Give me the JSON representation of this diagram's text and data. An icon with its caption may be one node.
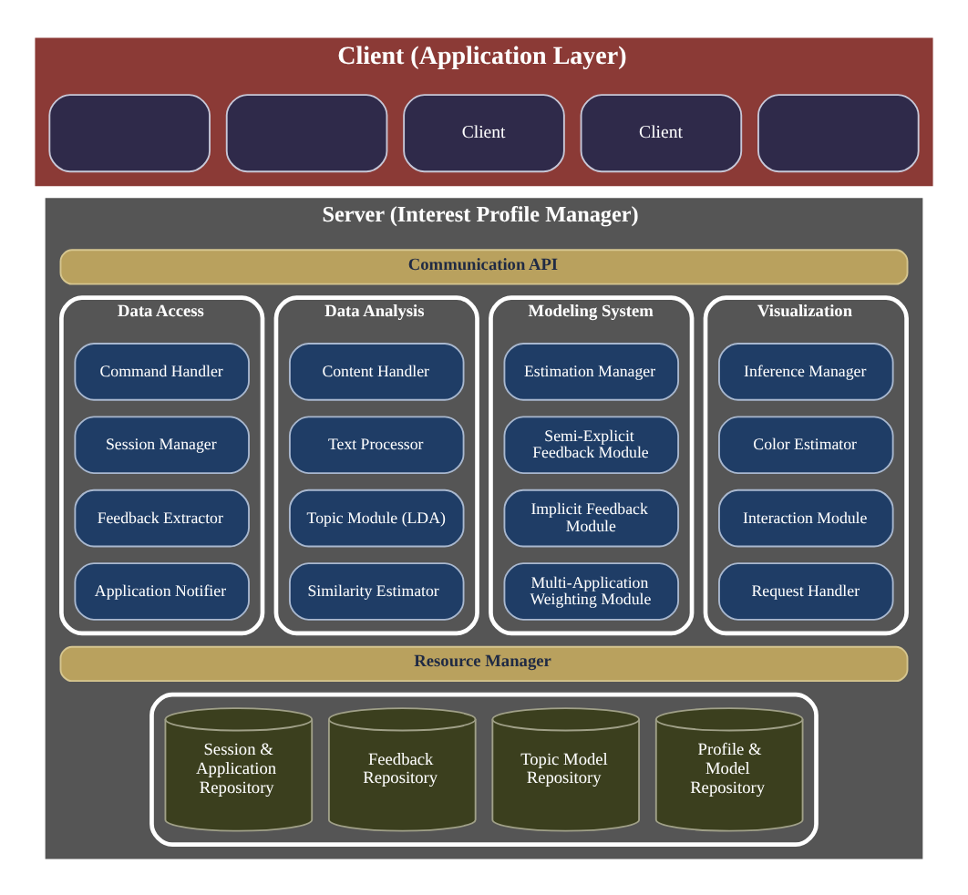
{
  "diagram": {
    "nodes": [
      {
        "text": [
          "Client (Application Layer)"
        ]
      },
      {
        "text": [],
        "shape": "box",
        "in": 0
      },
      {
        "text": [],
        "shape": "box",
        "in": 0
      },
      {
        "text": [
          "Client"
        ],
        "in": 0
      },
      {
        "text": [
          "Client"
        ],
        "in": 0
      },
      {
        "text": [],
        "shape": "box",
        "in": 0
      },
      {
        "text": [
          "Server (Interest Profile Manager)"
        ]
      },
      {
        "text": [
          "Communication API"
        ],
        "in": 6
      },
      {
        "text": [
          "Data Access"
        ],
        "in": 6
      },
      {
        "text": [
          "Command Handler"
        ],
        "in": 8
      },
      {
        "text": [
          "Session Manager"
        ],
        "in": 8
      },
      {
        "text": [
          "Feedback Extractor"
        ],
        "in": 8
      },
      {
        "text": [
          "Application Notifier"
        ],
        "in": 8
      },
      {
        "text": [
          "Data Analysis"
        ],
        "in": 6
      },
      {
        "text": [
          "Content Handler"
        ],
        "in": 13
      },
      {
        "text": [
          "Text Processor"
        ],
        "in": 13
      },
      {
        "text": [
          "Topic Module (LDA)"
        ],
        "in": 13
      },
      {
        "text": [
          "Similarity Estimator"
        ],
        "in": 13
      },
      {
        "text": [
          "Modeling System"
        ],
        "in": 6
      },
      {
        "text": [
          "Estimation Manager"
        ],
        "in": 18
      },
      {
        "text": [
          "Semi-Explicit Feedback Module"
        ],
        "in": 18
      },
      {
        "text": [
          "Implicit Feedback Module"
        ],
        "in": 18
      },
      {
        "text": [
          "Multi-Application Weighting Module"
        ],
        "in": 18
      },
      {
        "text": [
          "Visualization"
        ],
        "in": 6
      },
      {
        "text": [
          "Inference Manager"
        ],
        "in": 23
      },
      {
        "text": [
          "Color Estimator"
        ],
        "in": 23
      },
      {
        "text": [
          "Interaction Module"
        ],
        "in": 23
      },
      {
        "text": [
          "Request Handler"
        ],
        "in": 23
      },
      {
        "text": [
          "Resource Manager"
        ],
        "in": 6
      },
      {
        "text": [],
        "shape": "box",
        "in": 6
      },
      {
        "text": [
          "Session & Application Repository"
        ],
        "in": 29
      },
      {
        "text": [
          "Feedback Repository"
        ],
        "in": 29
      },
      {
        "text": [
          "Topic Model Repository"
        ],
        "in": 29
      },
      {
        "text": [
          "Profile & Model Repository"
        ],
        "in": 29
      }
    ]
  }
}
